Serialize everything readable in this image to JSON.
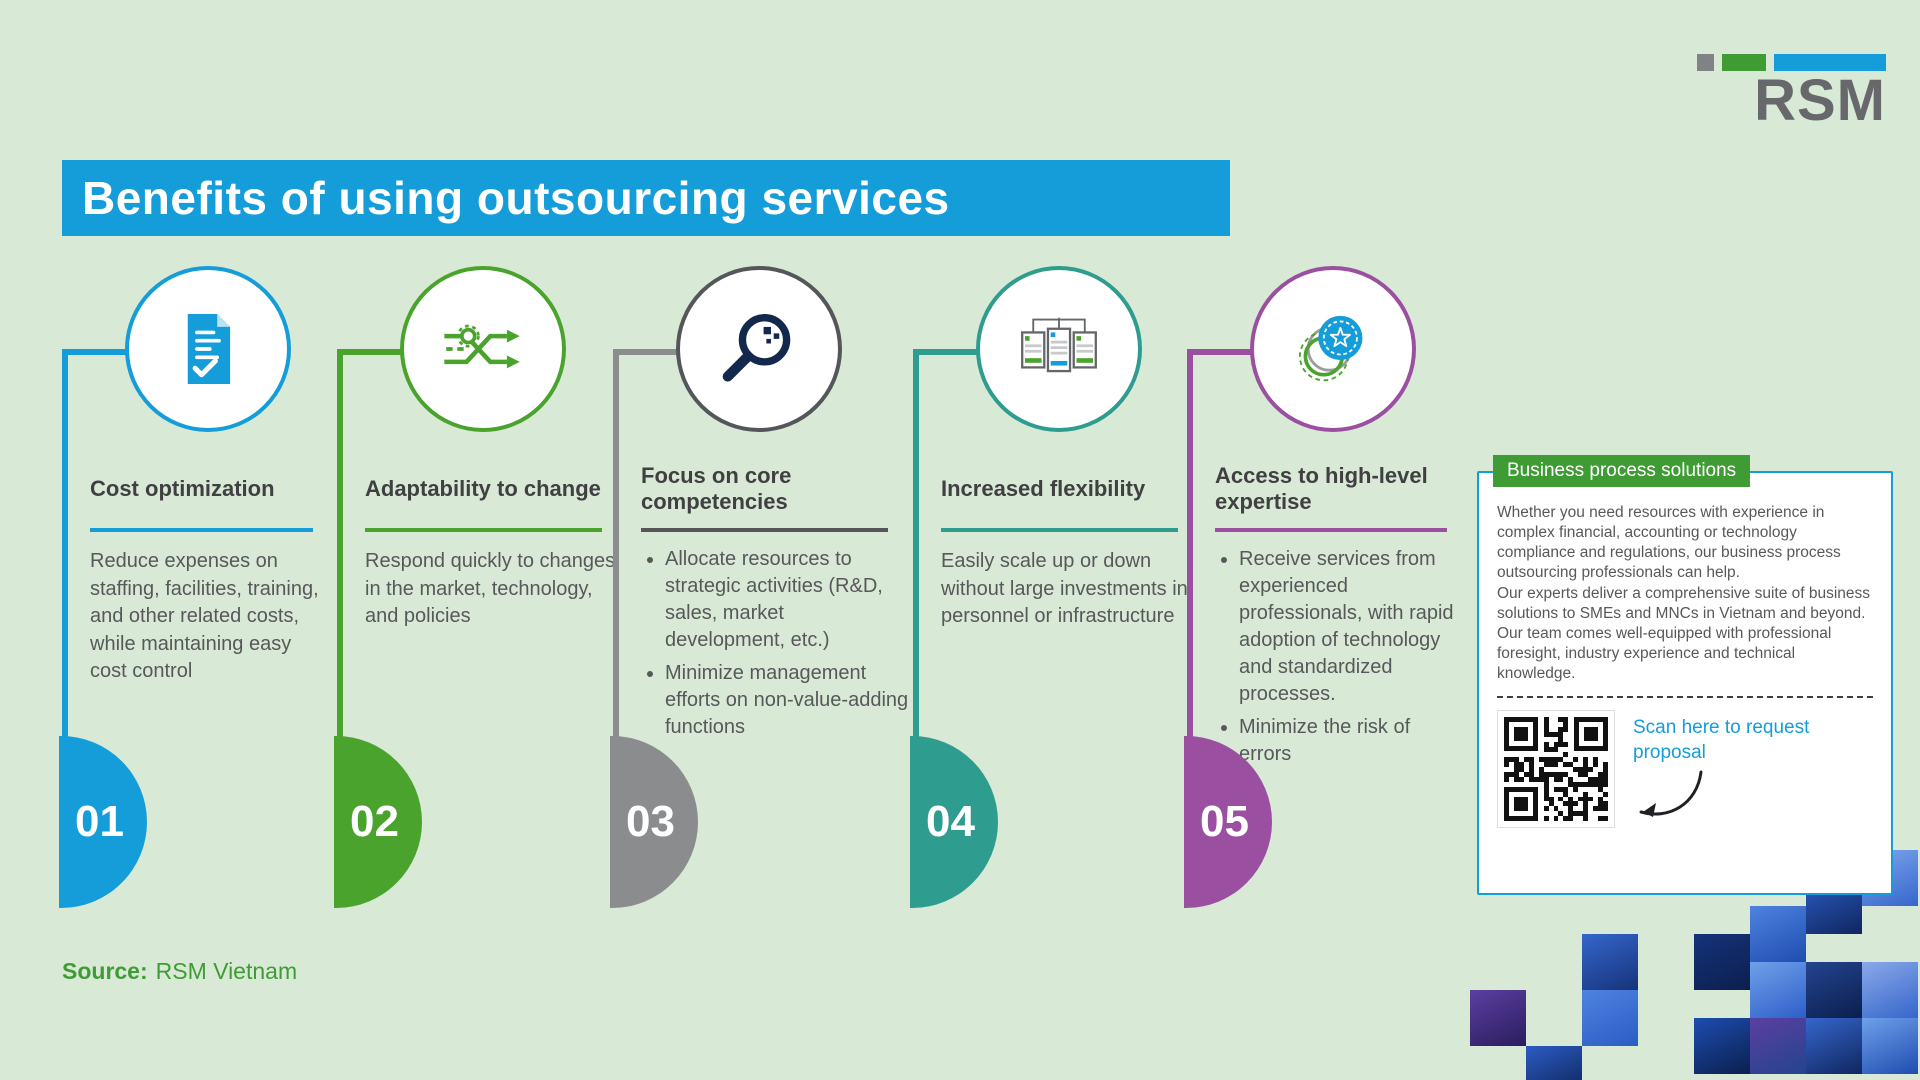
{
  "page": {
    "title": "Benefits of using outsourcing services",
    "logo_text": "RSM",
    "source_label": "Source:",
    "source_value": "RSM Vietnam"
  },
  "theme": {
    "background": "#d8e9d6",
    "banner_blue": "#149dd9",
    "brand_green": "#3f9c35",
    "text_gray": "#57585a"
  },
  "benefits": [
    {
      "number": "01",
      "title": "Cost optimization",
      "color": "#149dd9",
      "icon": "document-icon",
      "text": "Reduce expenses on staffing, facilities, training, and other related costs, while maintaining easy cost control"
    },
    {
      "number": "02",
      "title": "Adaptability to change",
      "color": "#4aa32d",
      "icon": "arrows-gear-icon",
      "text": "Respond quickly to changes in the market, technology, and policies"
    },
    {
      "number": "03",
      "title": "Focus on core competencies",
      "color": "#8a8c8e",
      "icon": "magnifier-icon",
      "bullets": [
        "Allocate resources to strategic activities (R&D, sales, market development, etc.)",
        "Minimize management efforts on non-value-adding functions"
      ]
    },
    {
      "number": "04",
      "title": "Increased flexibility",
      "color": "#2e9c8e",
      "icon": "server-cards-icon",
      "text": "Easily scale up or down without large investments in personnel or infrastructure"
    },
    {
      "number": "05",
      "title": "Access to high-level expertise",
      "color": "#9a4fa0",
      "icon": "award-badge-icon",
      "bullets": [
        "Receive services from experienced professionals, with rapid adoption of technology and standardized processes.",
        "Minimize the risk of errors"
      ]
    }
  ],
  "solutions_box": {
    "header": "Business process solutions",
    "paragraph1": "Whether you need resources with experience in complex financial, accounting or technology compliance and regulations, our business process outsourcing professionals can help.",
    "paragraph2": "Our experts deliver a comprehensive suite of business solutions to SMEs and MNCs in Vietnam and beyond. Our team comes well-equipped with professional foresight, industry experience and technical knowledge.",
    "qr_caption": "Scan here to request proposal"
  }
}
